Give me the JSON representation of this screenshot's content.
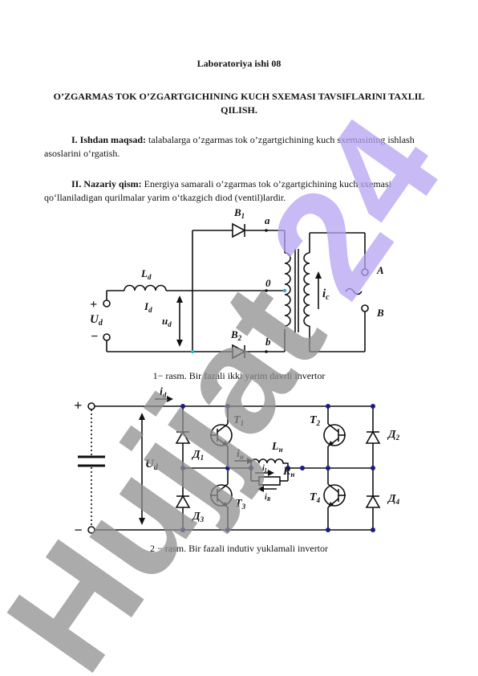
{
  "lab_title": "Laboratoriya ishi 08",
  "main_title": "O’ZGARMAS TOK O’ZGARTGICHINING KUCH SXEMASI TAVSIFLARINI TAXLIL QILISH.",
  "section1": {
    "lead": "I. Ishdan maqsad:",
    "text": " talabalarga o’zgarmas tok o’zgartgichining kuch sxemasining ishlash asoslarini o‘rgatish."
  },
  "section2": {
    "lead": "II. Nazariy qism:",
    "text": " Energiya samarali o’zgarmas tok o’zgartgichining kuch sxemasi qo‘llaniladigan qurilmalar yarim o‘tkazgich diod (ventil)lardir."
  },
  "figure1": {
    "caption": "1− rasm. Bir fazali ikki yarim davrli invertor",
    "labels": {
      "B1": "B",
      "B1_sub": "1",
      "B2": "B",
      "B2_sub": "2",
      "a": "a",
      "zero": "0",
      "b": "b",
      "Ld": "L",
      "Ld_sub": "d",
      "Id": "I",
      "Id_sub": "d",
      "ud": "u",
      "ud_sub": "d",
      "Ud": "U",
      "Ud_sub": "d",
      "plus": "+",
      "minus": "−",
      "ic": "i",
      "ic_sub": "c",
      "A": "A",
      "B": "B",
      "tilde": "~"
    }
  },
  "figure2": {
    "caption": "2 − rasm. Bir fazali indutiv yuklamali invertor",
    "labels": {
      "plus": "+",
      "minus": "−",
      "id": "i",
      "id_sub": "d",
      "Ud": "U",
      "Ud_sub": "d",
      "T1": "T",
      "T1_sub": "1",
      "T2": "T",
      "T2_sub": "2",
      "T3": "T",
      "T3_sub": "3",
      "T4": "T",
      "T4_sub": "4",
      "D1": "Д",
      "D1_sub": "1",
      "D2": "Д",
      "D2_sub": "2",
      "D3": "Д",
      "D3_sub": "3",
      "D4": "Д",
      "D4_sub": "4",
      "Ln": "L",
      "Ln_sub": "н",
      "Rn": "R",
      "Rn_sub": "н",
      "in": "i",
      "in_sub": "н",
      "iL": "i",
      "iL_sub": "L",
      "iR": "i",
      "iR_sub": "R"
    }
  },
  "watermark": {
    "text": "Hujjat24",
    "color": "#b8a6f0",
    "gray": "#9b9b9b"
  }
}
